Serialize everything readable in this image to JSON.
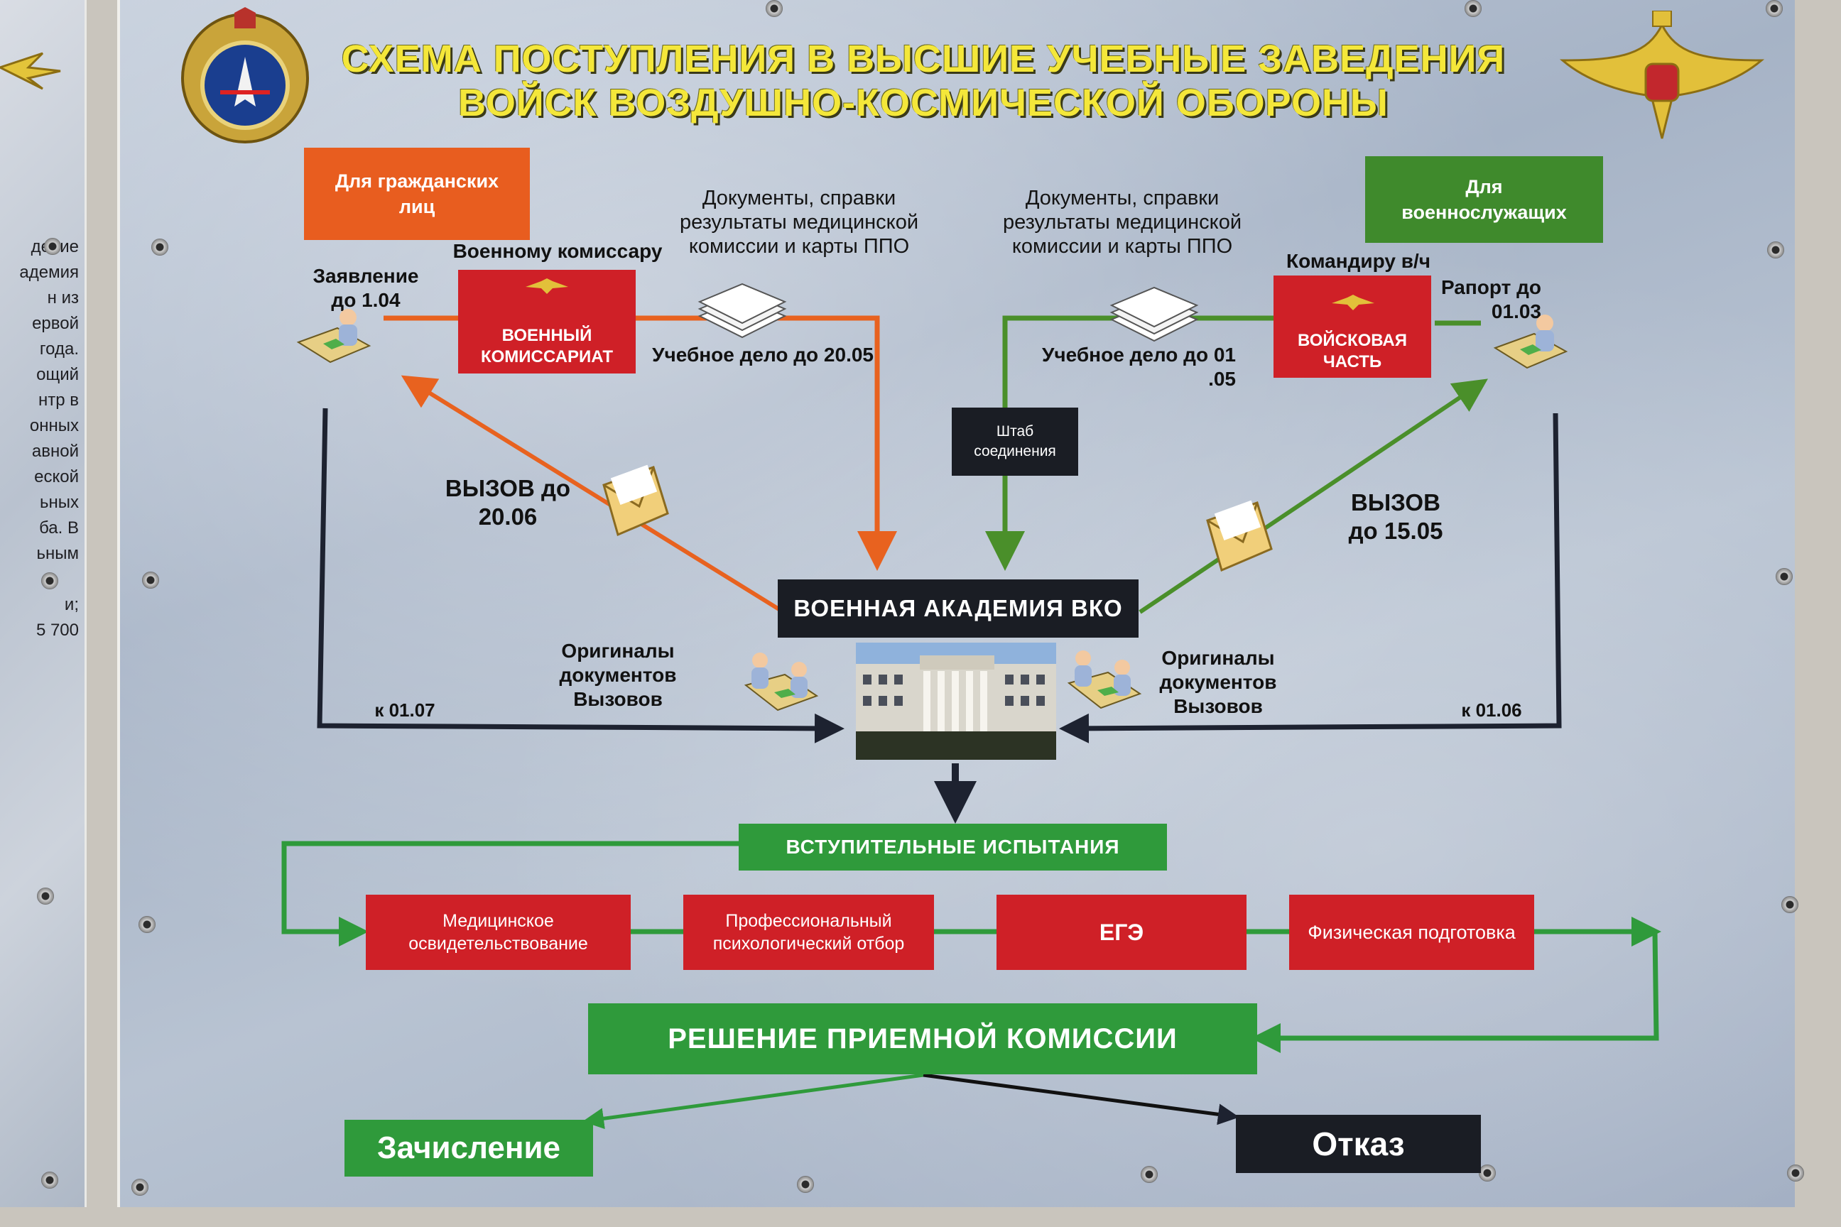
{
  "left_poster_lines": [
    "дение",
    "адемия",
    "н из",
    "ервой",
    "года.",
    "ощий",
    "нтр в",
    "онных",
    "авной",
    "еской",
    "ьных",
    "ба. В",
    "ьным",
    "",
    "и;",
    "5 700"
  ],
  "title": {
    "line1": "СХЕМА ПОСТУПЛЕНИЯ В ВЫСШИЕ УЧЕБНЫЕ ЗАВЕДЕНИЯ",
    "line2": "ВОЙСК ВОЗДУШНО-КОСМИЧЕСКОЙ ОБОРОНЫ"
  },
  "civilian": {
    "header": "Для гражданских лиц",
    "application": "Заявление до 1.04",
    "to_commissar": "Военному комиссару",
    "commissariat": "ВОЕННЫЙ КОМИССАРИАТ",
    "documents": "Документы, справки результаты медицинской комиссии и карты ППО",
    "file_deadline": "Учебное дело до 20.05",
    "call": "ВЫЗОВ до 20.06",
    "originals": "Оригиналы документов Вызовов",
    "originals_deadline": "к 01.07"
  },
  "military": {
    "header": "Для военнослужащих",
    "to_commander": "Командиру в/ч",
    "report": "Рапорт до 01.03",
    "unit": "ВОЙСКОВАЯ ЧАСТЬ",
    "documents": "Документы, справки результаты медицинской комиссии и карты ППО",
    "file_deadline": "Учебное дело до 01 .05",
    "hq": "Штаб соединения",
    "call": "ВЫЗОВ до 15.05",
    "originals": "Оригиналы документов Вызовов",
    "originals_deadline": "к 01.06"
  },
  "academy": "ВОЕННАЯ АКАДЕМИЯ ВКО",
  "entrance_tests": "ВСТУПИТЕЛЬНЫЕ ИСПЫТАНИЯ",
  "tests": [
    "Медицинское освидетельствование",
    "Профессиональный психологический отбор",
    "ЕГЭ",
    "Физическая подготовка"
  ],
  "decision": "РЕШЕНИЕ  ПРИЕМНОЙ КОМИССИИ",
  "enrollment": "Зачисление",
  "refusal": "Отказ",
  "colors": {
    "civilian_arrow": "#e8621f",
    "military_arrow": "#4a8f2a",
    "flow_arrow": "#1d2230",
    "title_yellow": "#f4e73a",
    "red_box": "#cf2027",
    "green_box": "#3f8a2c"
  }
}
